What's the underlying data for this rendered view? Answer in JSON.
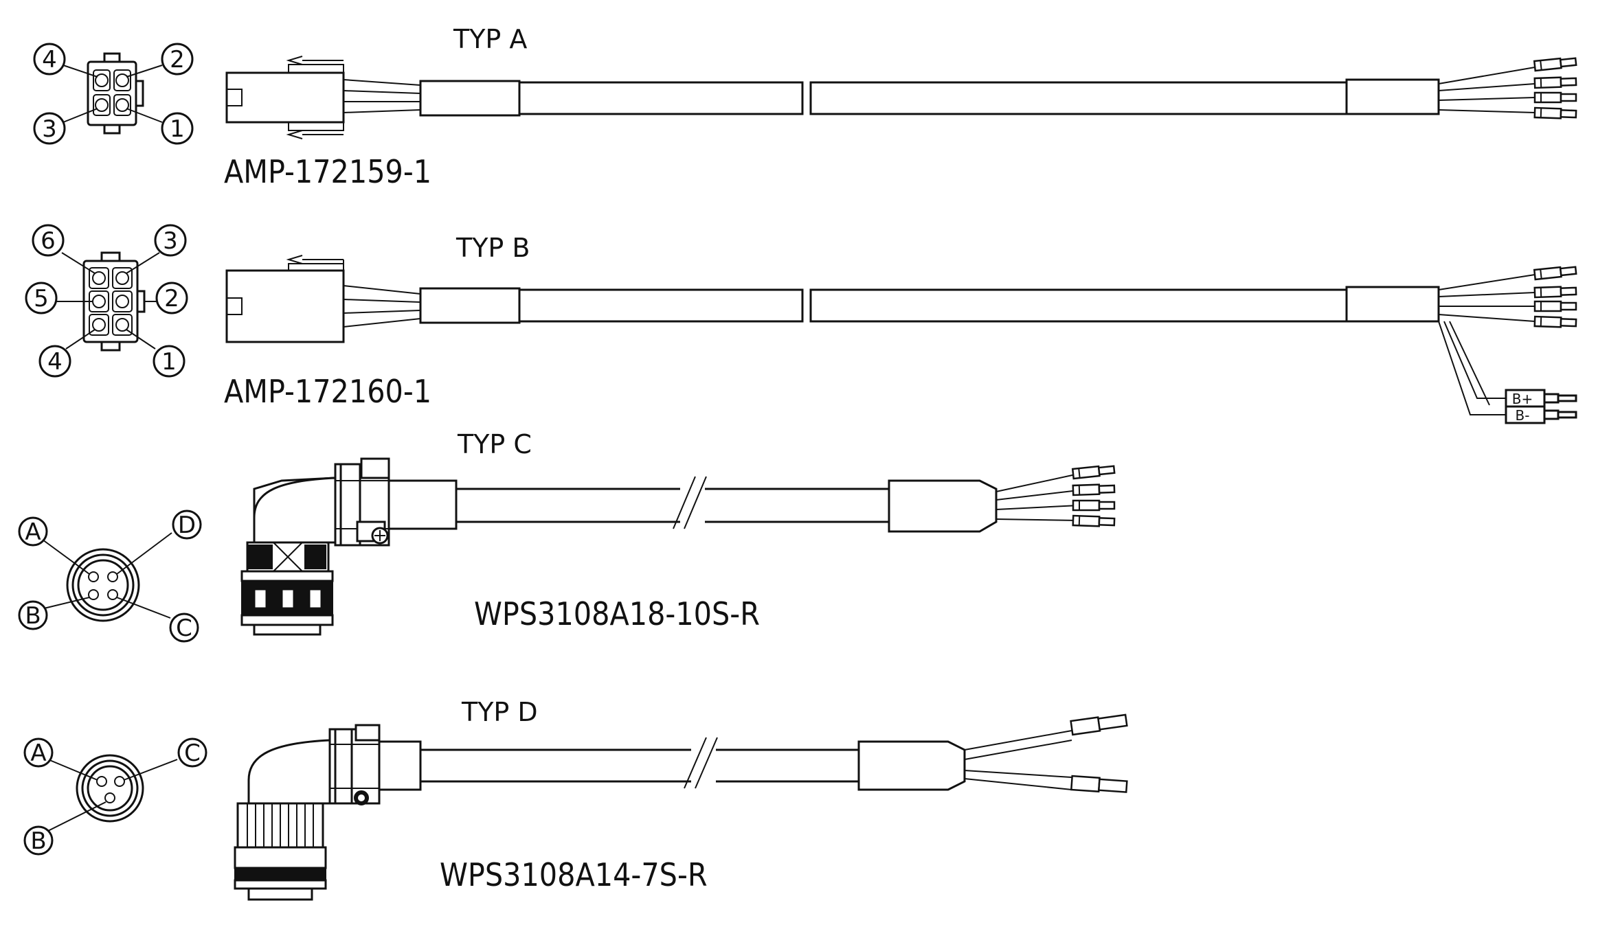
{
  "types": [
    {
      "id": "a",
      "title": "TYP A",
      "part": "AMP-172159-1",
      "pins": [
        "4",
        "2",
        "3",
        "1"
      ]
    },
    {
      "id": "b",
      "title": "TYP B",
      "part": "AMP-172160-1",
      "pins": [
        "6",
        "3",
        "5",
        "2",
        "4",
        "1"
      ],
      "extra_leads": [
        "B+",
        "B-"
      ]
    },
    {
      "id": "c",
      "title": "TYP C",
      "part": "WPS3108A18-10S-R",
      "pins": [
        "A",
        "D",
        "B",
        "C"
      ]
    },
    {
      "id": "d",
      "title": "TYP D",
      "part": "WPS3108A14-7S-R",
      "pins": [
        "A",
        "C",
        "B"
      ]
    }
  ]
}
